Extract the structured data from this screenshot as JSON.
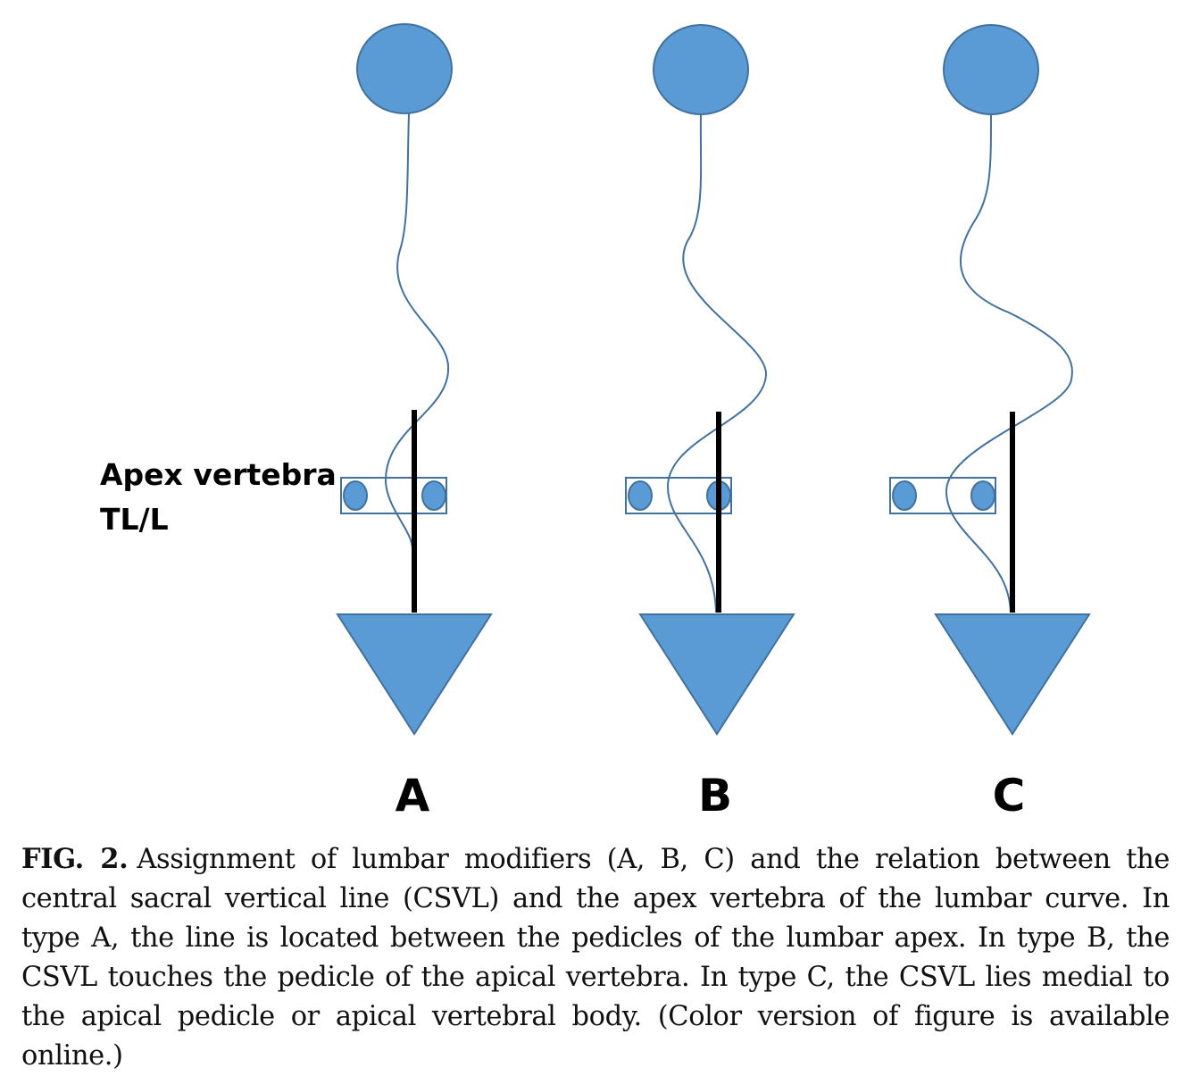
{
  "figure": {
    "side_label": {
      "line1": "Apex vertebra",
      "line2": "TL/L"
    },
    "panels": [
      {
        "label": "A"
      },
      {
        "label": "B"
      },
      {
        "label": "C"
      }
    ],
    "colors": {
      "shape_fill": "#5B9BD5",
      "shape_stroke": "#41719C",
      "csvl_line": "#000000"
    }
  },
  "caption": {
    "label": "FIG. 2.",
    "text": "Assignment of lumbar modifiers (A, B, C) and the relation between the central sacral vertical line (CSVL) and the apex vertebra of the lumbar curve. In type A, the line is located between the pedicles of the lumbar apex. In type B, the CSVL touches the pedicle of the apical vertebra. In type C, the CSVL lies medial to the apical pedicle or apical vertebral body. (Color version of figure is available online.)"
  }
}
